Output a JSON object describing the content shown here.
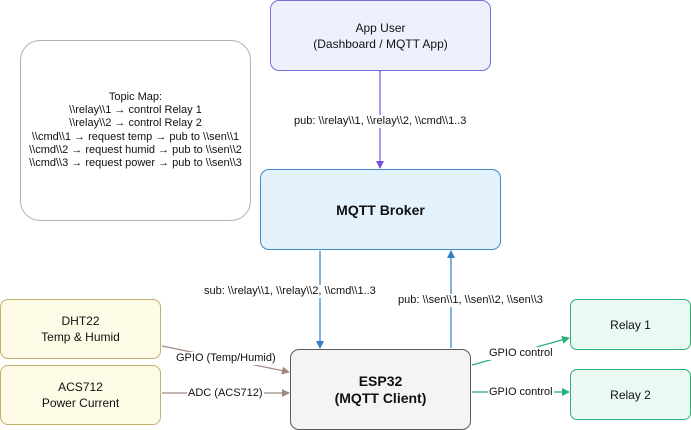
{
  "nodes": {
    "app_user": {
      "line1": "App User",
      "line2": "(Dashboard / MQTT App)"
    },
    "topic_map": {
      "lines": [
        "Topic Map:",
        "\\\\relay\\\\1 → control Relay 1",
        "\\\\relay\\\\2 → control Relay 2",
        "\\\\cmd\\\\1 → request temp → pub to \\\\sen\\\\1",
        "\\\\cmd\\\\2 → request humid → pub to \\\\sen\\\\2",
        "\\\\cmd\\\\3 → request power → pub to \\\\sen\\\\3"
      ]
    },
    "broker": {
      "label": "MQTT Broker"
    },
    "dht22": {
      "line1": "DHT22",
      "line2": "Temp & Humid"
    },
    "acs712": {
      "line1": "ACS712",
      "line2": "Power Current"
    },
    "esp32": {
      "line1": "ESP32",
      "line2": "(MQTT Client)"
    },
    "relay1": {
      "label": "Relay 1"
    },
    "relay2": {
      "label": "Relay 2"
    }
  },
  "edges": {
    "user_broker": "pub: \\\\relay\\\\1, \\\\relay\\\\2, \\\\cmd\\\\1..3",
    "broker_esp32": "sub: \\\\relay\\\\1, \\\\relay\\\\2, \\\\cmd\\\\1..3",
    "esp32_broker": "pub: \\\\sen\\\\1, \\\\sen\\\\2, \\\\sen\\\\3",
    "dht22_esp32": "GPIO (Temp/Humid)",
    "acs712_esp32": "ADC (ACS712)",
    "esp32_relay1": "GPIO control",
    "esp32_relay2": "GPIO control"
  },
  "colors": {
    "user_edge": "#7b4fe0",
    "broker_edge": "#2f80c8",
    "sensor_edge": "#a08a82",
    "relay_edge": "#27ae7a"
  }
}
